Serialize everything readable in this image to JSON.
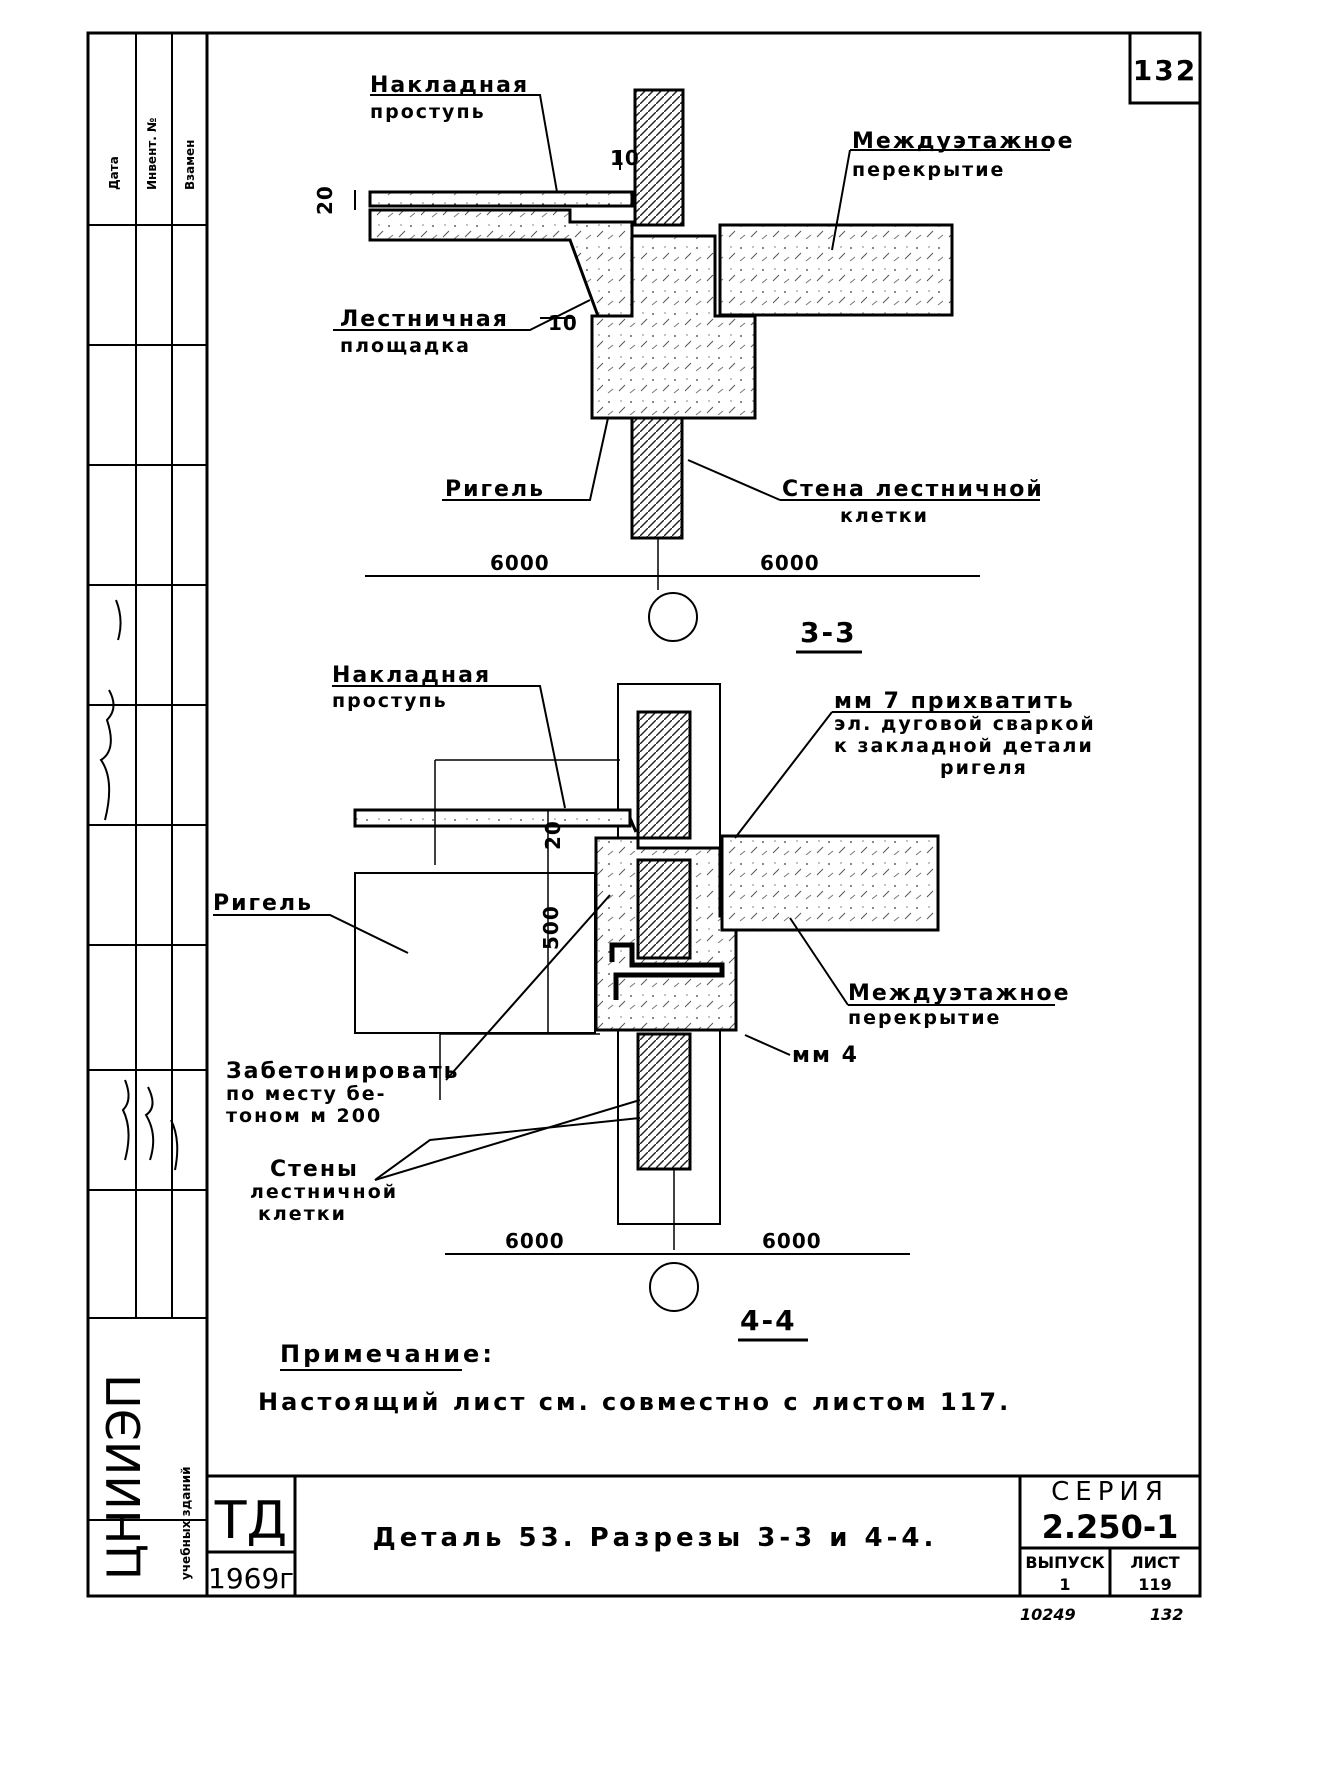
{
  "sheet": {
    "corner_number": "132",
    "labels": {
      "overlay_step_a_1": "Накладная",
      "overlay_step_a_2": "проступь",
      "floor_slab_a_1": "Междуэтажное",
      "floor_slab_a_2": "перекрытие",
      "landing_1": "Лестничная",
      "landing_2": "площадка",
      "beam_a": "Ригель",
      "wall_a_1": "Стена лестничной",
      "wall_a_2": "клетки",
      "overlay_step_b_1": "Накладная",
      "overlay_step_b_2": "проступь",
      "weld_1": "мм 7 прихватить",
      "weld_2": "эл. дуговой сваркой",
      "weld_3": "к закладной детали",
      "weld_4": "ригеля",
      "beam_b": "Ригель",
      "floor_slab_b_1": "Междуэтажное",
      "floor_slab_b_2": "перекрытие",
      "mm4": "мм 4",
      "concrete_1": "Забетонировать",
      "concrete_2": "по месту бе-",
      "concrete_3": "тоном  м 200",
      "walls_b_1": "Стены",
      "walls_b_2": "лестничной",
      "walls_b_3": "клетки"
    },
    "dims": {
      "d10_top": "10",
      "d20_top": "20",
      "d10_mid": "10",
      "span_a_left": "6000",
      "span_a_right": "6000",
      "d20_b": "20",
      "d500": "500",
      "span_b_left": "6000",
      "span_b_right": "6000"
    },
    "sections": {
      "a": "3-3",
      "b": "4-4"
    },
    "note": {
      "title": "Примечание:",
      "text": "Настоящий лист   см. совместно  с листом 117."
    },
    "title_block": {
      "org_code": "ТД",
      "year": "1969г",
      "title": "Деталь 53.   Разрезы 3-3 и 4-4.",
      "series_label": "СЕРИЯ",
      "series_value": "2.250-1",
      "issue_label": "ВЫПУСК",
      "issue_value": "1",
      "sheet_label": "ЛИСТ",
      "sheet_value": "119",
      "under_left": "10249",
      "under_right": "132"
    },
    "side_stamp": {
      "org": "ЦНИИЭП",
      "org_sub": "учебных зданий",
      "col_date": "Дата",
      "col_inv": "Инвент. №",
      "col_sign": "Взамен"
    }
  }
}
